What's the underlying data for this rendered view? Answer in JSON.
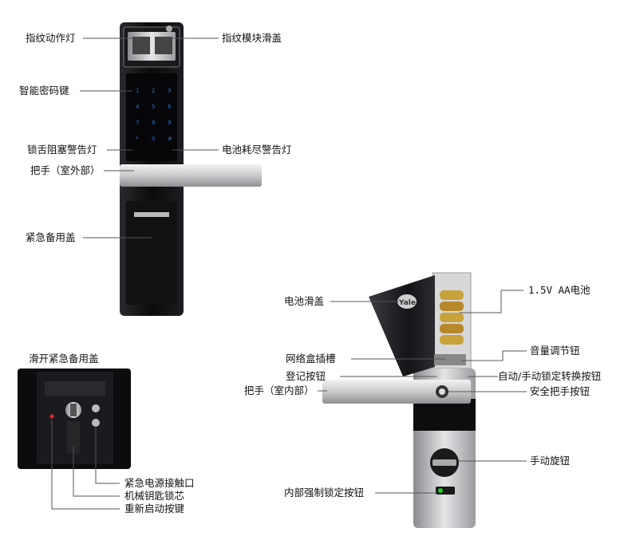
{
  "front_labels": {
    "fingerprint_light": "指纹动作灯",
    "fingerprint_cover": "指纹模块滑盖",
    "smart_keypad": "智能密码键",
    "deadbolt_warning": "锁舌阻塞警告灯",
    "battery_warning": "电池耗尽警告灯",
    "outside_handle": "把手（室外部）",
    "emergency_cover": "紧急备用盖"
  },
  "keypad_keys": [
    "1",
    "2",
    "3",
    "4",
    "5",
    "6",
    "7",
    "8",
    "9",
    "*",
    "0",
    "#"
  ],
  "emergency_panel": {
    "title": "滑开紧急备用盖",
    "contact": "紧急电源接触口",
    "key_cylinder": "机械钥匙锁芯",
    "reset": "重新启动按键"
  },
  "rear_labels": {
    "battery_cover": "电池滑盖",
    "battery": "1.5V AA电池",
    "volume": "音量调节钮",
    "network_slot": "网络盒插槽",
    "register": "登记按钮",
    "auto_manual": "自动/手动锁定转换按钮",
    "inside_handle": "把手（室内部）",
    "safety_button": "安全把手按钮",
    "thumb_turn": "手动旋钮",
    "force_lock": "内部强制锁定按钮"
  },
  "brand": "Yale",
  "colors": {
    "body": "#0d0d0f",
    "handle": "#cfd0d2",
    "keypad": "#2a6fc9",
    "line": "#555555"
  }
}
